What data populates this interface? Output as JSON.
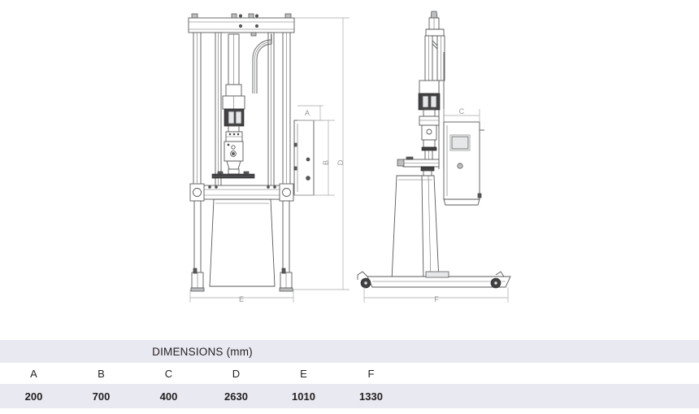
{
  "drawing": {
    "views": [
      {
        "name": "front-view",
        "label": ""
      },
      {
        "name": "side-view",
        "label": ""
      }
    ],
    "dimension_labels": {
      "a": "A",
      "b": "B",
      "c": "C",
      "d": "D",
      "e": "E",
      "f": "F"
    },
    "line_color": "#58595b",
    "fill_color": "#ffffff",
    "shade_dark": "#414042",
    "shade_mid": "#808285",
    "shade_light": "#d9d9d9"
  },
  "table": {
    "title": "DIMENSIONS (mm)",
    "headers": [
      "A",
      "B",
      "C",
      "D",
      "E",
      "F"
    ],
    "values": [
      "200",
      "700",
      "400",
      "2630",
      "1010",
      "1330"
    ],
    "header_bg": "#e9e9f1",
    "row_bg": "#ffffff"
  }
}
